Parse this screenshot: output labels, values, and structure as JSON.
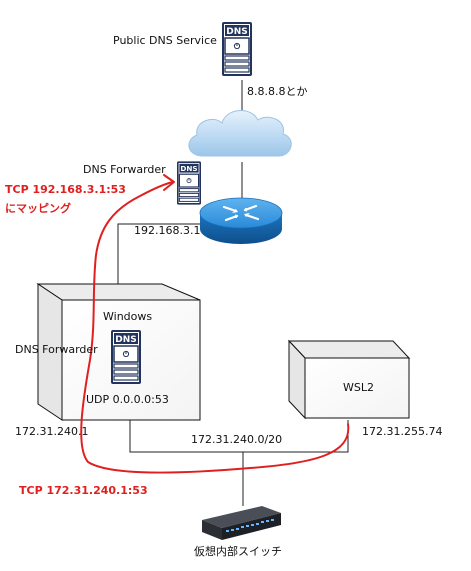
{
  "nodes": {
    "public_dns": {
      "label": "Public DNS Service",
      "icon_text": "DNS",
      "address": "8.8.8.8とか"
    },
    "forwarder_top": {
      "label": "DNS Forwarder",
      "icon_text": "DNS"
    },
    "router": {
      "address": "192.168.3.1"
    },
    "windows": {
      "label": "Windows",
      "role": "DNS Forwarder",
      "icon_text": "DNS",
      "listen": "UDP 0.0.0.0:53",
      "address": "172.31.240.1"
    },
    "wsl2": {
      "label": "WSL2",
      "address": "172.31.255.74"
    },
    "switch": {
      "label": "仮想内部スイッチ",
      "subnet": "172.31.240.0/20"
    }
  },
  "annotations": {
    "mapping_line1": "TCP 192.168.3.1:53",
    "mapping_line2": "にマッピング",
    "tcp_windows": "TCP 172.31.240.1:53"
  },
  "colors": {
    "annotation": "#e02020",
    "dns_icon": "#23345c",
    "router": "#1e88d6",
    "cloud": "#b9d8f2"
  },
  "icons": [
    "dns-server-icon",
    "cloud-icon",
    "router-icon",
    "network-switch-icon"
  ]
}
